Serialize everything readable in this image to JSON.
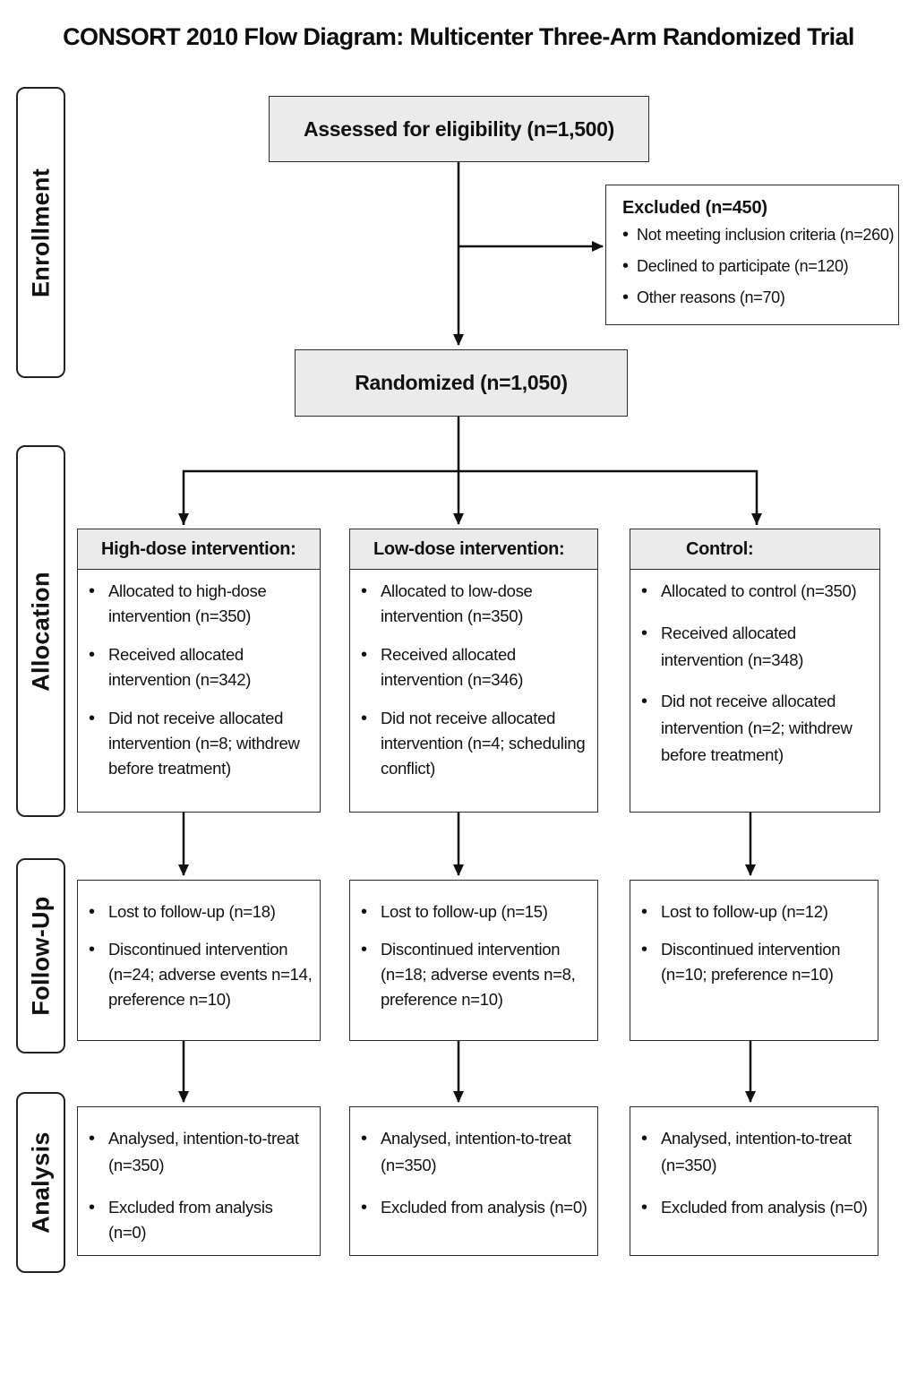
{
  "title": "CONSORT 2010 Flow Diagram: Multicenter Three-Arm Randomized Trial",
  "phases": {
    "enrollment": "Enrollment",
    "allocation": "Allocation",
    "follow_up": "Follow-Up",
    "analysis": "Analysis"
  },
  "assessed": "Assessed for eligibility (n=1,500)",
  "excluded": {
    "title": "Excluded (n=450)",
    "items": [
      "Not meeting inclusion criteria (n=260)",
      "Declined to participate (n=120)",
      "Other reasons (n=70)"
    ]
  },
  "randomized": "Randomized (n=1,050)",
  "arms": [
    {
      "header": "High-dose intervention:",
      "allocation": [
        "Allocated to high-dose intervention (n=350)",
        "Received allocated intervention (n=342)",
        "Did not receive allocated intervention (n=8; withdrew before treatment)"
      ],
      "follow_up": [
        "Lost to follow-up (n=18)",
        "Discontinued intervention (n=24; adverse events n=14, preference n=10)"
      ],
      "analysis": [
        "Analysed, intention-to-treat (n=350)",
        "Excluded from analysis (n=0)"
      ]
    },
    {
      "header": "Low-dose intervention:",
      "allocation": [
        "Allocated to low-dose intervention (n=350)",
        "Received allocated intervention (n=346)",
        "Did not receive allocated intervention (n=4; scheduling conflict)"
      ],
      "follow_up": [
        "Lost to follow-up (n=15)",
        "Discontinued intervention (n=18; adverse events n=8, preference n=10)"
      ],
      "analysis": [
        "Analysed, intention-to-treat (n=350)",
        "Excluded from analysis (n=0)"
      ]
    },
    {
      "header": "Control:",
      "allocation": [
        "Allocated to control (n=350)",
        "Received allocated intervention (n=348)",
        "Did not receive allocated intervention (n=2; withdrew before treatment)"
      ],
      "follow_up": [
        "Lost to follow-up (n=12)",
        "Discontinued intervention (n=10; preference n=10)"
      ],
      "analysis": [
        "Analysed, intention-to-treat (n=350)",
        "Excluded from analysis (n=0)"
      ]
    }
  ]
}
